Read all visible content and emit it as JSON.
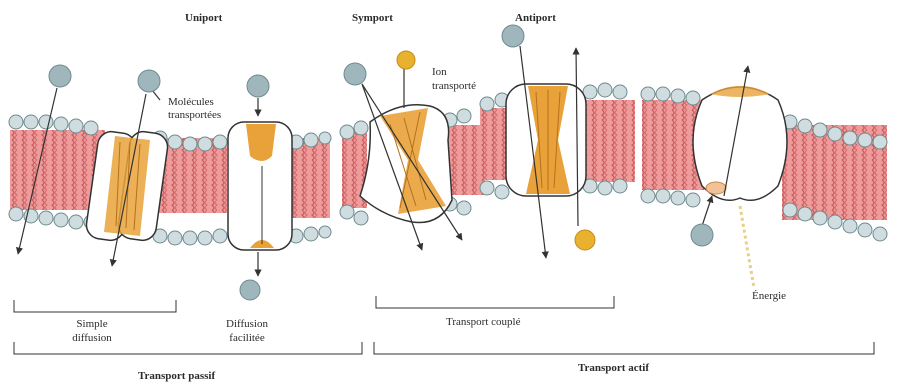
{
  "labels": {
    "uniport": "Uniport",
    "symport": "Symport",
    "antiport": "Antiport",
    "molecules_line1": "Molécules",
    "molecules_line2": "transportées",
    "ion_line1": "Ion",
    "ion_line2": "transporté",
    "simple_line1": "Simple",
    "simple_line2": "diffusion",
    "facilitee_line1": "Diffusion",
    "facilitee_line2": "facilitée",
    "transport_couple": "Transport couplé",
    "energie": "Énergie",
    "transport_passif": "Transport passif",
    "transport_actif": "Transport actif"
  },
  "colors": {
    "lipid_tail": "#e88a8a",
    "head": "#c9d9dc",
    "head_stroke": "#6f8a8e",
    "protein": "#e9a23a",
    "molecule": "#9fb7bc",
    "ion": "#e8b230",
    "energy": "#e8cf88",
    "line": "#333333"
  }
}
